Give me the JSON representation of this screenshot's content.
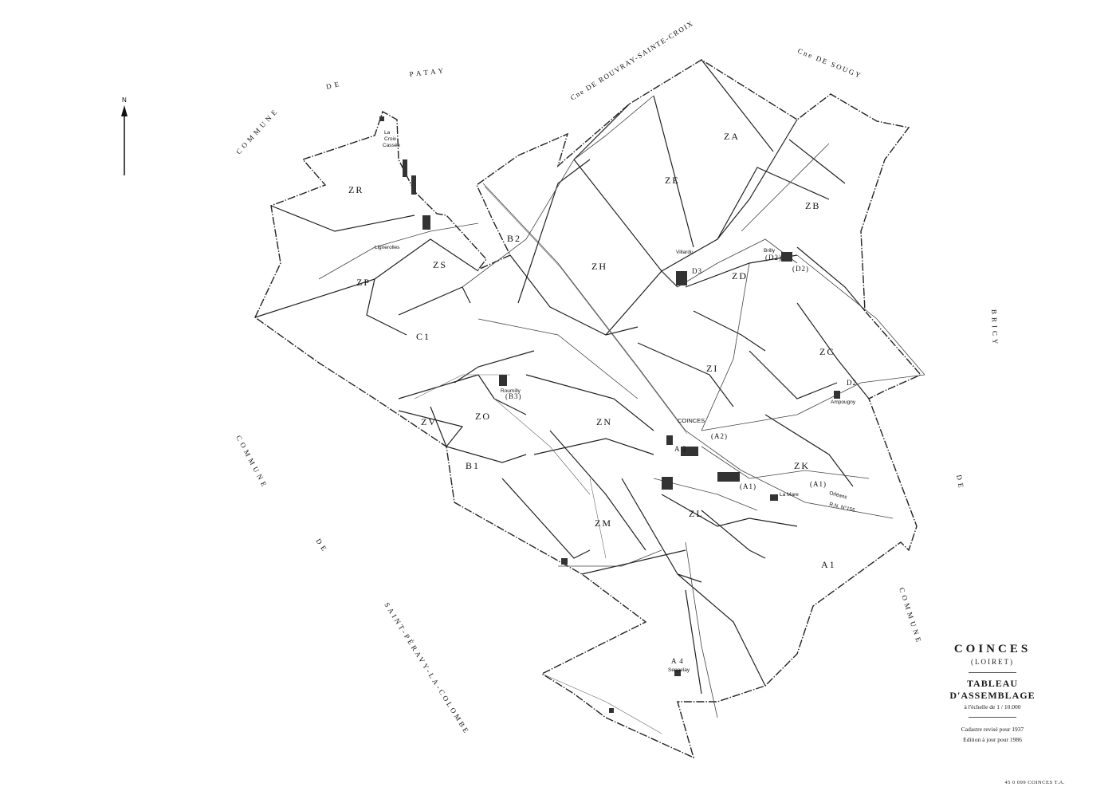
{
  "title": {
    "commune": "COINCES",
    "department": "(LOIRET)",
    "subtitle": "TABLEAU D'ASSEMBLAGE",
    "scale": "à l'échelle de 1 / 10.000",
    "revision": "Cadastre revisé pour 1937",
    "edition": "Edition à jour pour 1986"
  },
  "reference_code": "45 0 099 COINCES T.A.",
  "north_label": "N",
  "neighbours": {
    "patay_1": "COMMUNE",
    "patay_2": "DE",
    "patay_3": "PATAY",
    "rouvray": "Cne DE ROUVRAY-SAINTE-CROIX",
    "sougy": "Cne DE SOUGY",
    "bricy": "BRICY",
    "bricy_de": "DE",
    "bricy_commune": "COMMUNE",
    "saint_peravy_1": "COMMUNE",
    "saint_peravy_2": "DE",
    "saint_peravy_3": "SAINT-PÉRAVY-LA-COLOMBE"
  },
  "sections": {
    "ZR": "ZR",
    "ZS": "ZS",
    "ZP": "ZP",
    "C1": "C1",
    "B2": "B2",
    "ZH": "ZH",
    "ZE": "ZE",
    "ZA": "ZA",
    "ZB": "ZB",
    "ZD": "ZD",
    "ZC": "ZC",
    "ZI": "ZI",
    "ZV": "ZV",
    "ZO": "ZO",
    "ZN": "ZN",
    "B1": "B1",
    "ZM": "ZM",
    "ZL": "ZL",
    "ZK": "ZK",
    "A1": "A1",
    "A2": "A 2",
    "A4": "A 4",
    "D2": "D2",
    "D3": "D3",
    "D2b": "(D2)",
    "D2c": "(D2)",
    "B3": "(B3)",
    "A1b": "(A1)",
    "A1c": "(A1)",
    "A2b": "(A2)"
  },
  "places": {
    "croix_cassee_1": "La",
    "croix_cassee_2": "Croix",
    "croix_cassee_3": "Cassée",
    "lignerolles": "Lignerolles",
    "villardu": "Villardu",
    "brilly": "Brilly",
    "roumilly": "Roumilly",
    "ampougny": "Ampougny",
    "coinces": "COINCES",
    "la_mare": "La Mare",
    "sennelay": "Sennelay",
    "orleans": "Orléans",
    "rn": "R.N. N°155"
  }
}
